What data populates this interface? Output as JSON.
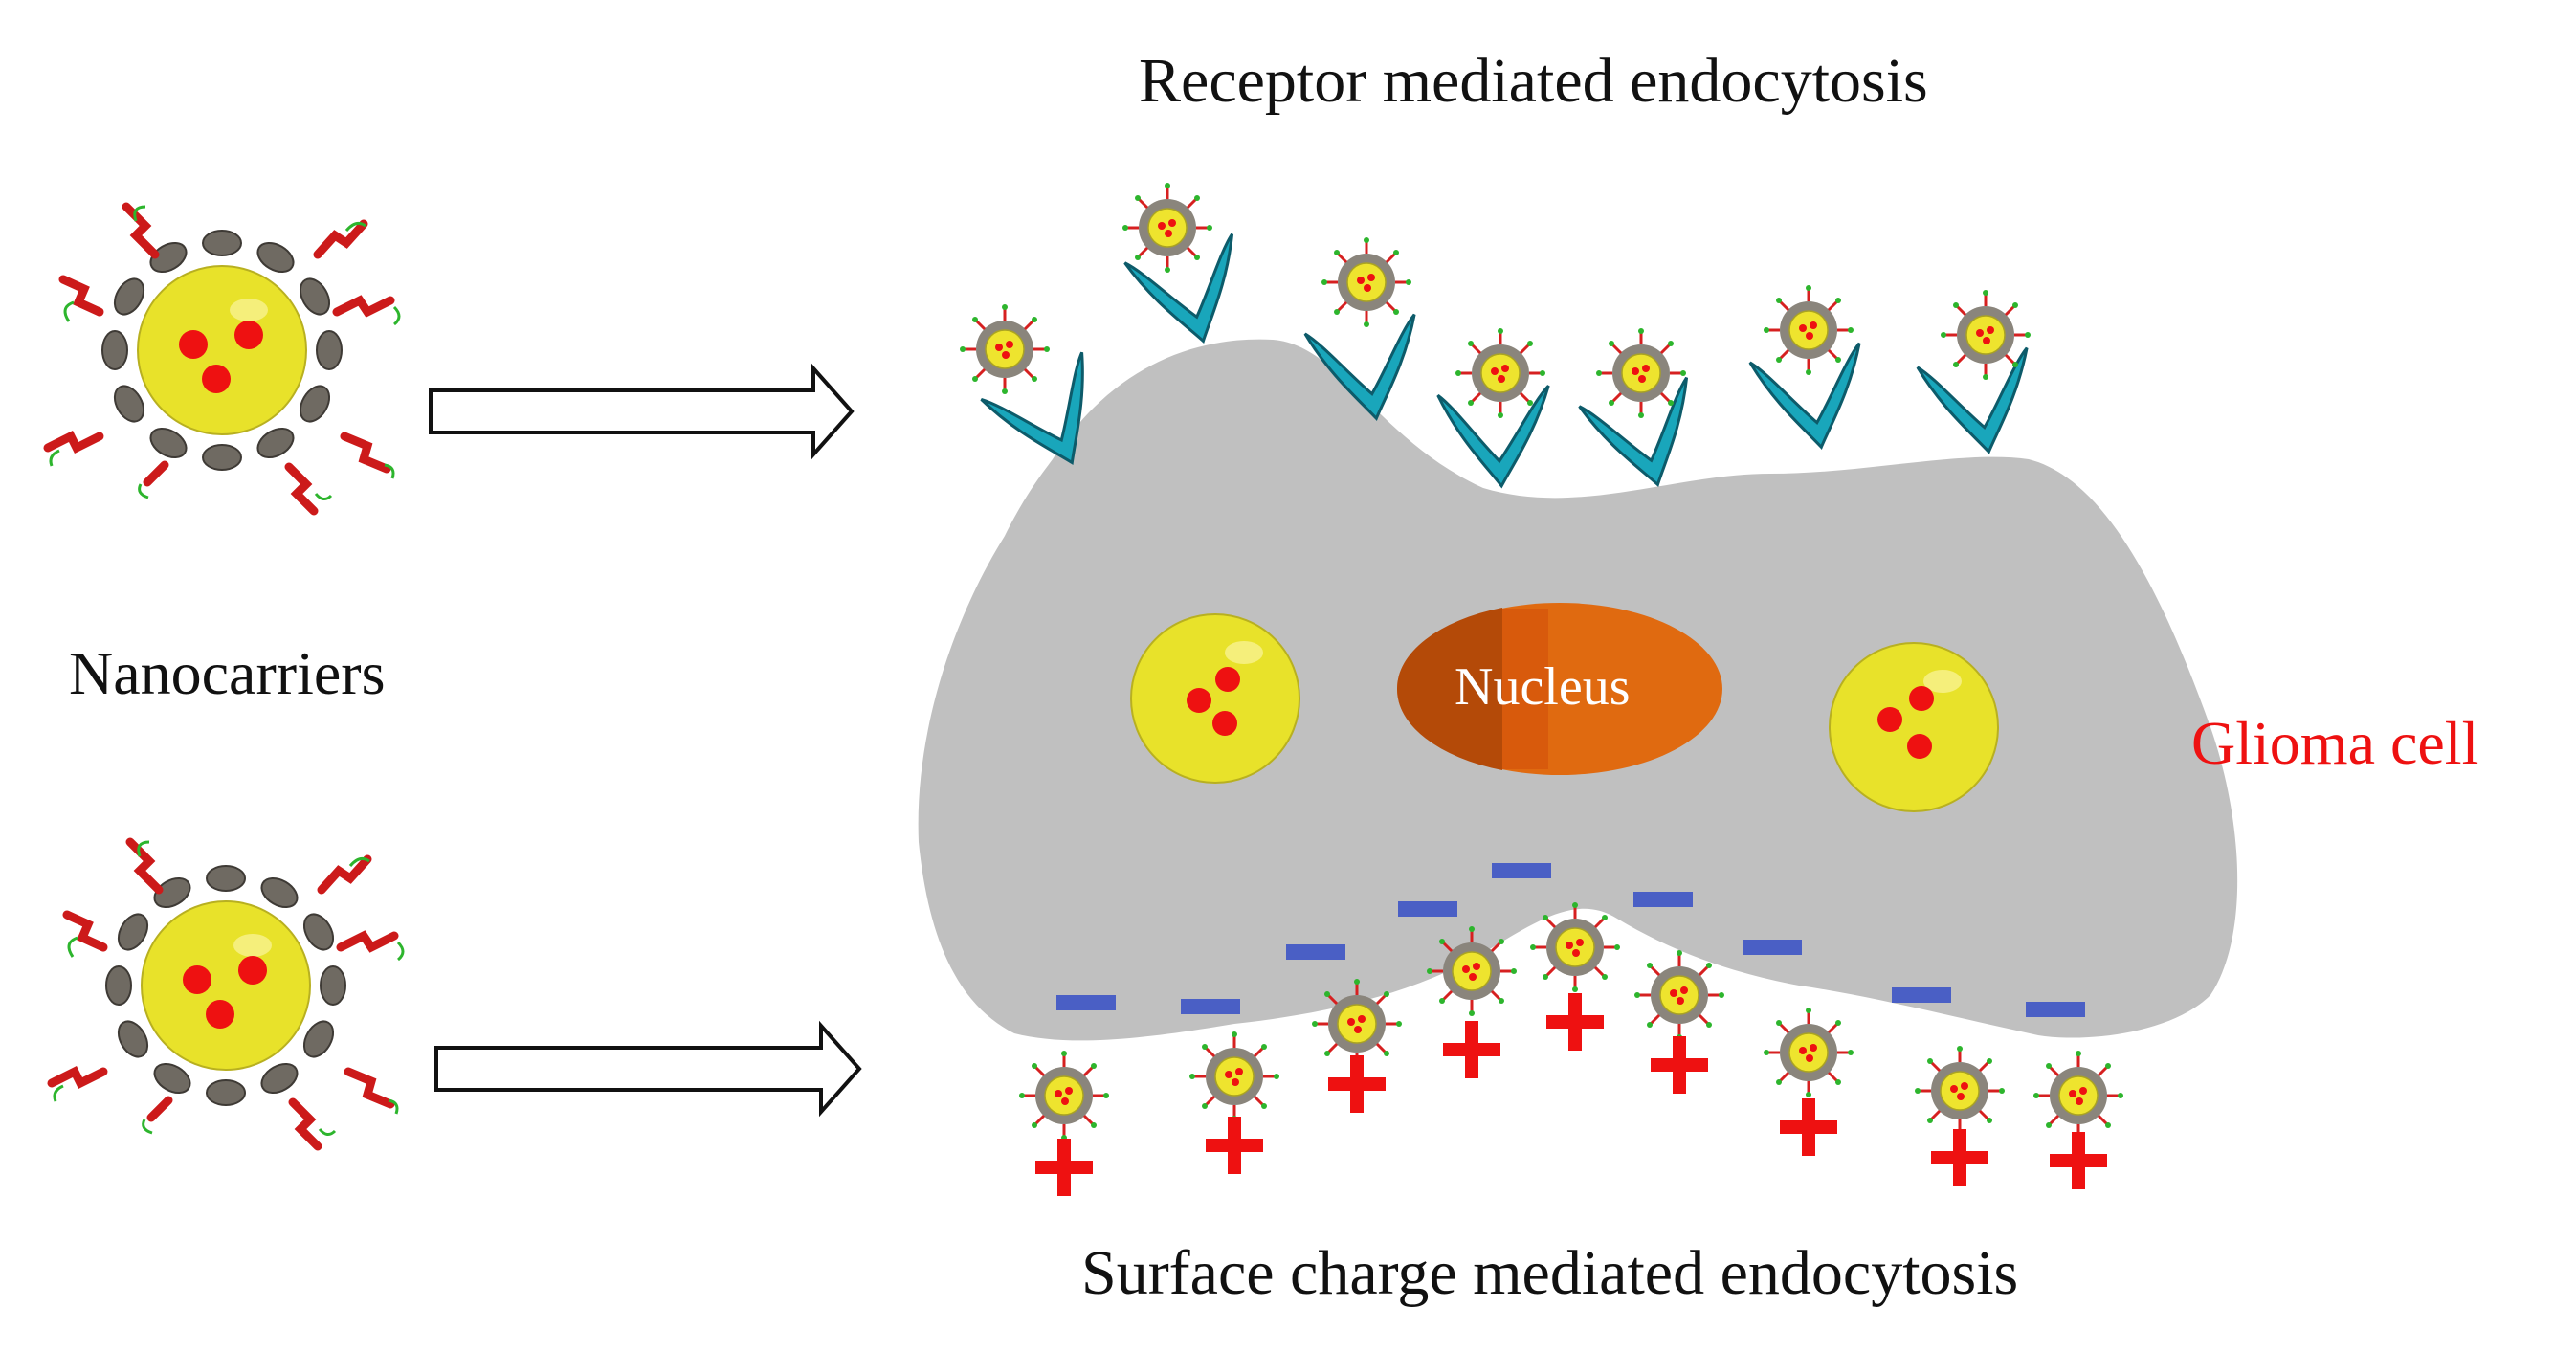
{
  "labels": {
    "receptor_title": "Receptor mediated endocytosis",
    "surface_title": "Surface charge mediated endocytosis",
    "nanocarriers": "Nanocarriers",
    "glioma_cell": "Glioma cell",
    "nucleus": "Nucleus"
  },
  "colors": {
    "cell": "#c0c0c0",
    "nanoparticle": "#e8e22a",
    "drug": "#ee1111",
    "receptor": "#19a6bb",
    "negative_charge": "#4a5fc5",
    "positive_charge": "#ee1111",
    "glioma_label": "#ee1111",
    "nucleus": "#e06a10"
  },
  "icons": [
    "nanocarrier-icon",
    "receptor-icon",
    "arrow-icon",
    "plus-charge-icon",
    "minus-charge-icon"
  ]
}
